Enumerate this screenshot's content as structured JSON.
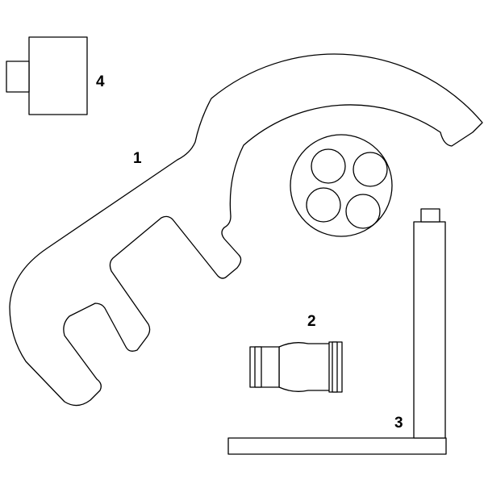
{
  "diagram": {
    "labels": {
      "wrench": "1",
      "pin_adapter": "2",
      "support_bracket": "3",
      "plug_block": "4"
    },
    "wrench_holes": 4
  }
}
